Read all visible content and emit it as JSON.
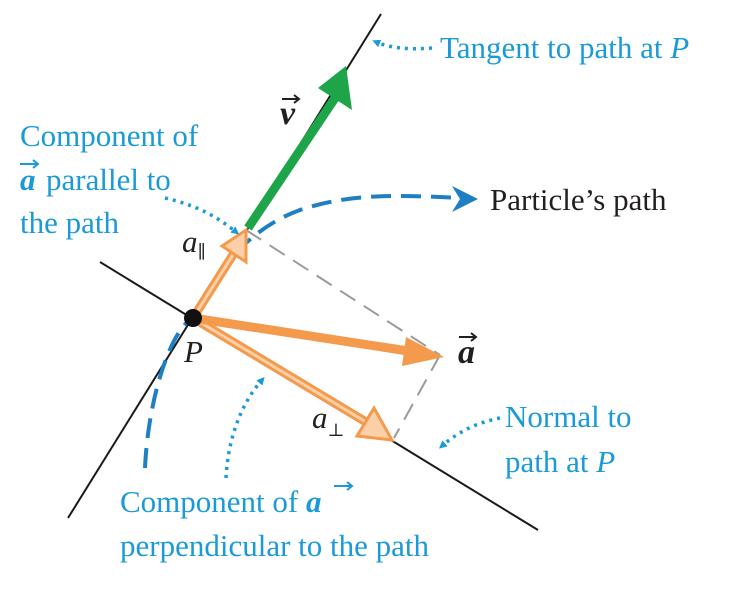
{
  "labels": {
    "tangent": "Tangent to path at",
    "tangent_point": "P",
    "velocity_symbol": "v",
    "component_parallel_line1": "Component of",
    "component_parallel_symbol": "a",
    "component_parallel_line2": "parallel to",
    "component_parallel_line3": "the path",
    "path": "Particle’s path",
    "a_parallel_base": "a",
    "a_parallel_sub": "∥",
    "point": "P",
    "acceleration_symbol": "a",
    "a_perp_base": "a",
    "a_perp_sub": "⊥",
    "normal_line1": "Normal to",
    "normal_line2": "path at",
    "normal_point": "P",
    "component_perp_line1": "Component of",
    "component_perp_symbol": "a",
    "component_perp_line2": "perpendicular to the path"
  },
  "colors": {
    "caption_blue": "#1a9ad6",
    "path_blue": "#1f7fc4",
    "velocity_green": "#1ea54a",
    "acceleration_orange": "#f39a4c",
    "component_orange_fill": "#fbd0a8",
    "projection_gray": "#9a9a9a",
    "line_black": "#1a1a1a"
  }
}
